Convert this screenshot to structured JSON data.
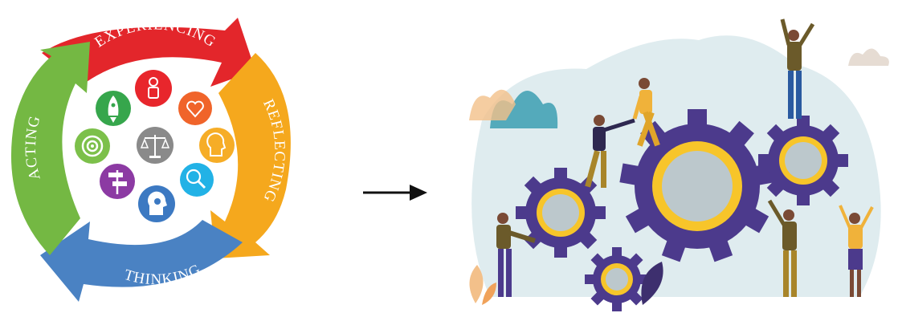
{
  "cycle": {
    "stages": [
      "EXPERIENCING",
      "REFLECTING",
      "THINKING",
      "ACTING"
    ],
    "colors": {
      "experiencing": "#e3262b",
      "reflecting": "#f5a81d",
      "thinking": "#4a82c3",
      "acting": "#74b843"
    },
    "icons": [
      {
        "name": "person-icon",
        "color": "#e8262c"
      },
      {
        "name": "heart-hand-icon",
        "color": "#f0642a"
      },
      {
        "name": "head-profile-icon",
        "color": "#f6ad27"
      },
      {
        "name": "magnifier-chart-icon",
        "color": "#22b2e6"
      },
      {
        "name": "head-gears-icon",
        "color": "#3c79c2"
      },
      {
        "name": "signpost-icon",
        "color": "#8c3aa3"
      },
      {
        "name": "target-icon",
        "color": "#7cc04a"
      },
      {
        "name": "rocket-icon",
        "color": "#36a64c"
      },
      {
        "name": "scales-icon",
        "color": "#8a8a8a"
      }
    ]
  },
  "connector": {
    "icon": "right-arrow-icon",
    "color": "#111111"
  },
  "scene": {
    "gear_color": "#4c3a8c",
    "gear_ring_color": "#f7c52a",
    "gear_center_color": "#bcc8cc",
    "blob_color": "#dfecef",
    "cloud_colors": [
      "#45a3b5",
      "#f3c08a",
      "#e6dcd3"
    ]
  }
}
